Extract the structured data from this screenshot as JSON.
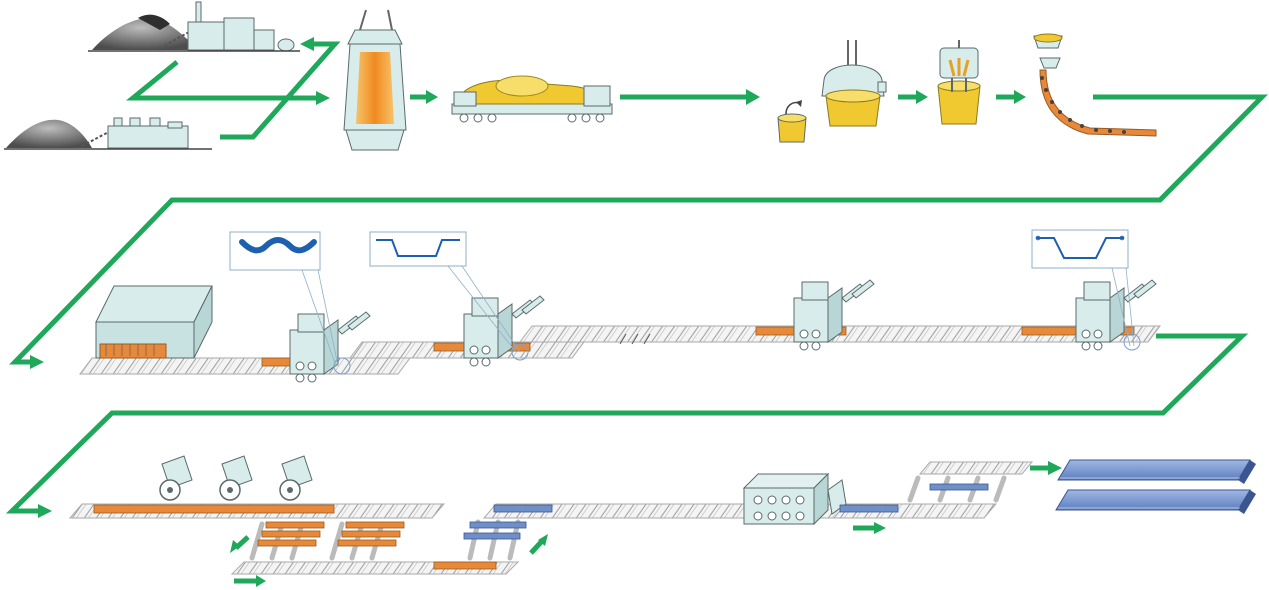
{
  "diagram": {
    "kind": "steel sheet pile production process",
    "colors": {
      "flow_arrow": "#1fa85a",
      "equipment_fill": "#d8ecec",
      "equipment_stroke": "#5a6a6a",
      "hot_steel": "#e8893a",
      "molten_steel": "#f0c020",
      "cooled_steel": "#6f8fc8",
      "roller_table": "#f2f2f2",
      "raw_material": "#7a7a7a"
    },
    "stages": [
      {
        "id": "raw-materials",
        "icon": "ore-pile-and-plant-icon"
      },
      {
        "id": "blast-furnace",
        "icon": "blast-furnace-icon"
      },
      {
        "id": "torpedo-car",
        "icon": "torpedo-car-icon"
      },
      {
        "id": "converter",
        "icon": "converter-ladle-icon"
      },
      {
        "id": "secondary-refining",
        "icon": "refining-vessel-icon"
      },
      {
        "id": "degassing",
        "icon": "degassing-icon"
      },
      {
        "id": "continuous-casting",
        "icon": "continuous-caster-icon"
      },
      {
        "id": "reheating-furnace",
        "icon": "reheating-furnace-icon"
      },
      {
        "id": "roughing-mill",
        "icon": "rolling-stand-icon"
      },
      {
        "id": "intermediate-mill",
        "icon": "rolling-stand-icon"
      },
      {
        "id": "universal-mill",
        "icon": "rolling-stand-icon"
      },
      {
        "id": "finishing-mill",
        "icon": "rolling-stand-icon"
      },
      {
        "id": "hot-saw",
        "icon": "saw-blade-icon"
      },
      {
        "id": "cooling-bed",
        "icon": "cooling-bed-icon"
      },
      {
        "id": "straightener",
        "icon": "straightener-icon"
      },
      {
        "id": "product-sheet-piles",
        "icon": "sheet-pile-product-icon"
      }
    ],
    "profile_callouts": [
      {
        "id": "profile-roughing",
        "shape": "w-profile-icon"
      },
      {
        "id": "profile-intermediate",
        "shape": "u-profile-icon"
      },
      {
        "id": "profile-finishing",
        "shape": "hat-profile-icon"
      }
    ]
  }
}
